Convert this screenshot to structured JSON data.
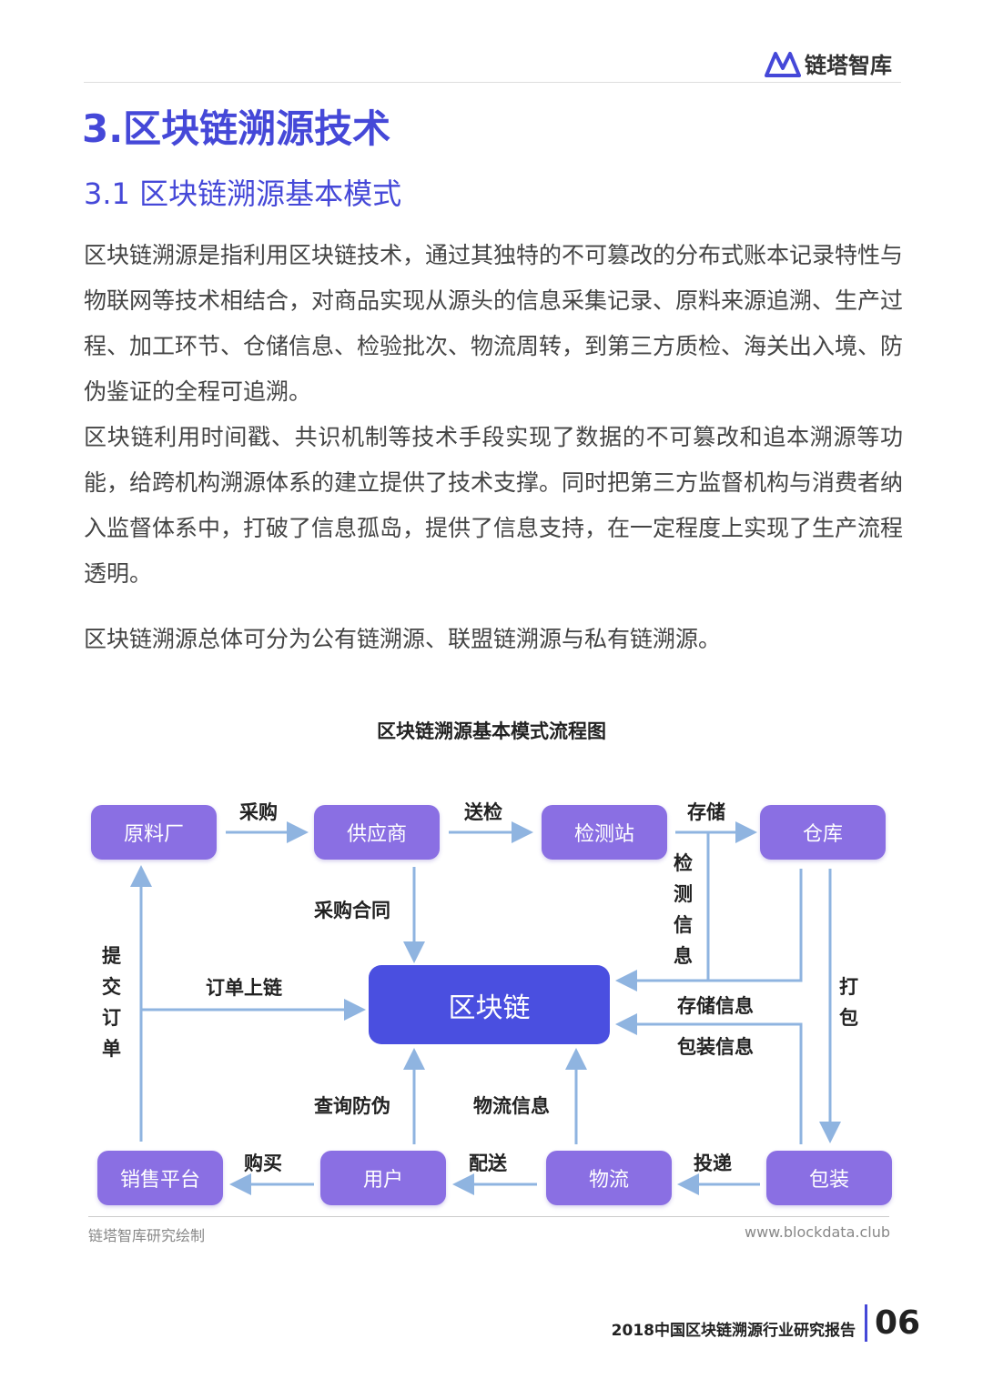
{
  "header": {
    "brand": "链塔智库"
  },
  "section_title": "3.区块链溯源技术",
  "subsection_title": "3.1 区块链溯源基本模式",
  "paragraphs": [
    "区块链溯源是指利用区块链技术，通过其独特的不可篡改的分布式账本记录特性与物联网等技术相结合，对商品实现从源头的信息采集记录、原料来源追溯、生产过程、加工环节、仓储信息、检验批次、物流周转，到第三方质检、海关出入境、防伪鉴证的全程可追溯。",
    "区块链利用时间戳、共识机制等技术手段实现了数据的不可篡改和追本溯源等功能，给跨机构溯源体系的建立提供了技术支撑。同时把第三方监督机构与消费者纳入监督体系中，打破了信息孤岛，提供了信息支持，在一定程度上实现了生产流程透明。",
    "区块链溯源总体可分为公有链溯源、联盟链溯源与私有链溯源。"
  ],
  "diagram": {
    "title": "区块链溯源基本模式流程图",
    "center": "区块链",
    "nodes": {
      "raw": "原料厂",
      "supplier": "供应商",
      "inspection": "检测站",
      "warehouse": "仓库",
      "sales": "销售平台",
      "user": "用户",
      "logistics": "物流",
      "packaging": "包装"
    },
    "labels": {
      "purchase": "采购",
      "send_inspect": "送检",
      "store": "存储",
      "contract": "采购合同",
      "inspect_info": "检测信息",
      "pack": "打包",
      "submit_order": "提交订单",
      "order_chain": "订单上链",
      "storage_info": "存储信息",
      "pack_info": "包装信息",
      "query": "查询防伪",
      "logistics_info": "物流信息",
      "buy": "购买",
      "deliver": "配送",
      "post": "投递"
    }
  },
  "footer": {
    "source": "链塔智库研究绘制",
    "url": "www.blockdata.club",
    "report_title": "2018中国区块链溯源行业研究报告",
    "page": "06"
  },
  "colors": {
    "accent": "#4548d8",
    "node": "#8a6fe3",
    "center": "#4a4fe0",
    "arrow": "#8fb4e0"
  }
}
